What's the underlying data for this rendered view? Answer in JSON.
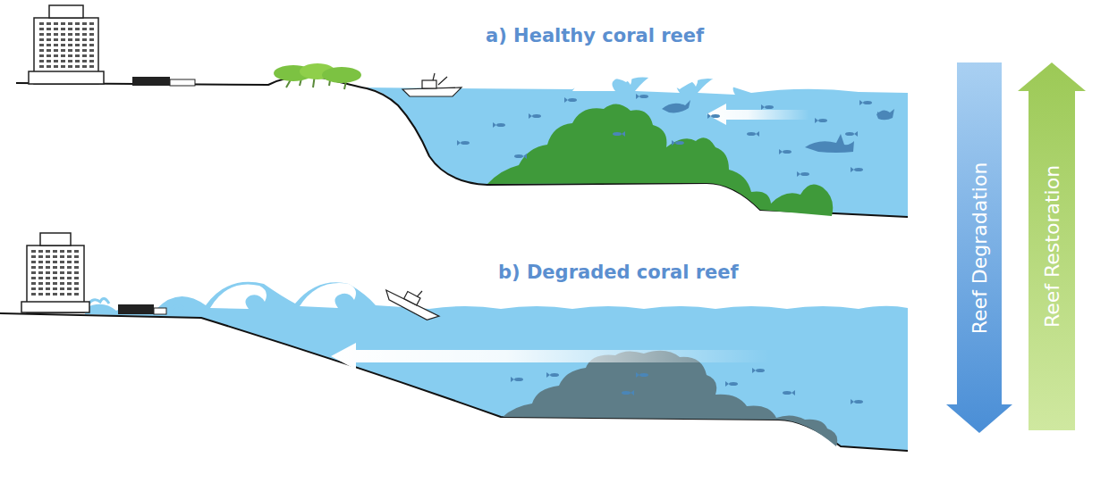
{
  "diagram": {
    "nodes": [
      {
        "text": [
          "Reef Degradation"
        ]
      },
      {
        "text": [
          "Reef Restoration"
        ]
      }
    ],
    "labels": [
      "a) Healthy coral reef",
      "b) Degraded coral reef"
    ]
  }
}
